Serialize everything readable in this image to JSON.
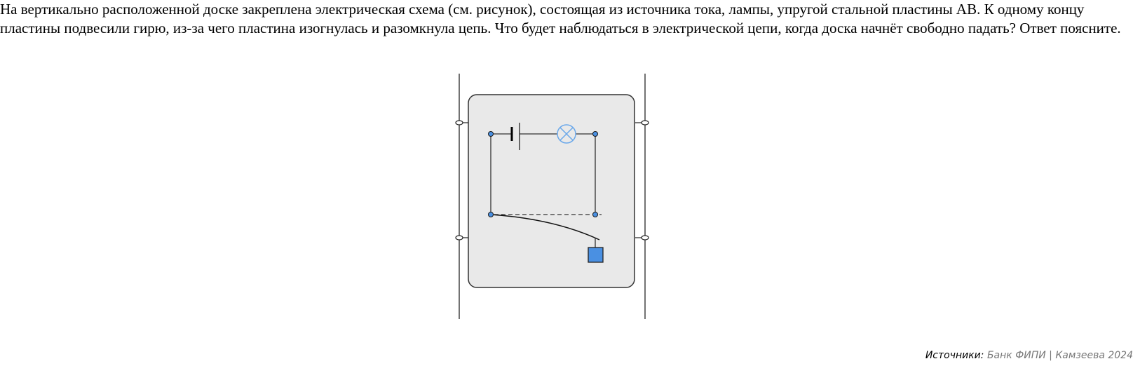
{
  "question": {
    "text": "На вертикально расположенной доске закреплена электрическая схема (см. рисунок), состоящая из источника тока, лампы, упругой стальной пластины АВ. К одному концу пластины подвесили гирю, из-за чего пластина изогнулась и разомкнула цепь. Что будет наблюдаться в электрической цепи, когда доска начнёт свободно падать? Ответ поясните."
  },
  "figure": {
    "description": "Vertical board with electric circuit: battery, lamp, elastic steel plate AB bent by a hanging weight, opening the circuit",
    "elements": [
      "board",
      "battery-icon",
      "lamp-icon",
      "steel-plate",
      "weight",
      "dashed-contact-line"
    ],
    "colors": {
      "board_fill": "#e9e9e9",
      "board_stroke": "#333333",
      "node_fill": "#4a90e2",
      "lamp_stroke": "#6aa8ea",
      "weight_fill": "#4a90e2",
      "wire": "#333333"
    }
  },
  "sources": {
    "label": "Источники:",
    "value": "Банк ФИПИ | Камзеева 2024"
  }
}
